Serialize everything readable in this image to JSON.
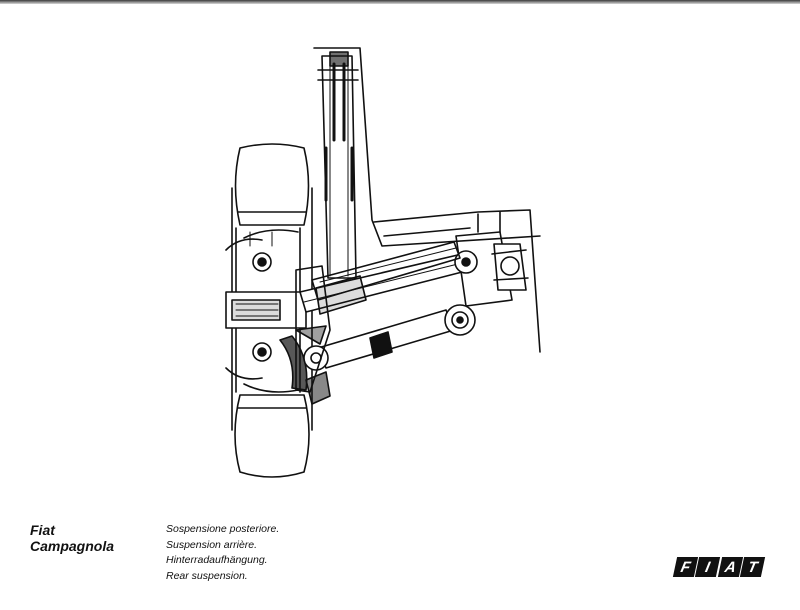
{
  "header": {
    "model_line1": "Fiat",
    "model_line2": "Campagnola"
  },
  "captions": [
    "Sospensione posteriore.",
    "Suspension arrière.",
    "Hinterradaufhängung.",
    "Rear suspension."
  ],
  "logo": {
    "text": "FIAT",
    "letters": [
      "F",
      "I",
      "A",
      "T"
    ],
    "color": "#111111"
  },
  "drawing": {
    "subject": "rear-suspension-cutaway"
  }
}
